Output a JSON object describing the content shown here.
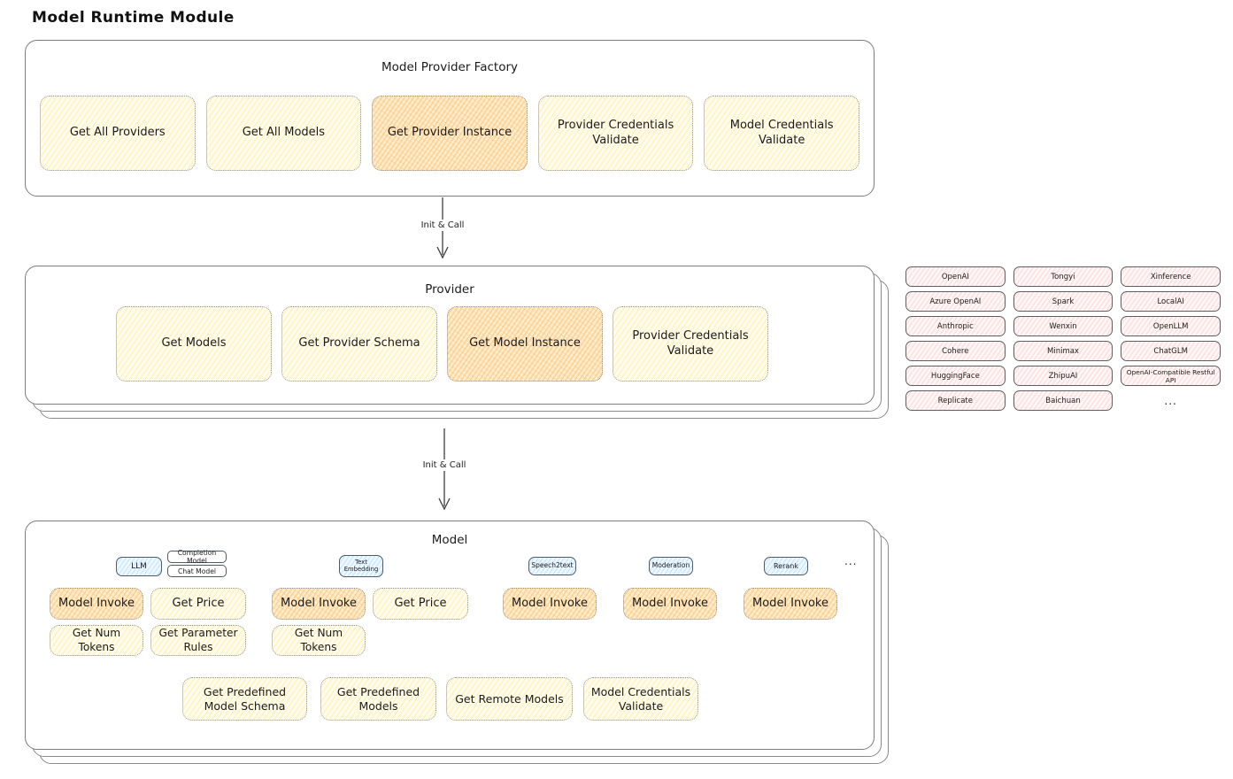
{
  "title": "Model Runtime Module",
  "arrow1_label": "Init & Call",
  "arrow2_label": "Init & Call",
  "factory": {
    "title": "Model Provider Factory",
    "buttons": [
      "Get All Providers",
      "Get All Models",
      "Get Provider Instance",
      "Provider Credentials Validate",
      "Model Credentials Validate"
    ]
  },
  "provider": {
    "title": "Provider",
    "buttons": [
      "Get Models",
      "Get Provider Schema",
      "Get Model Instance",
      "Provider Credentials Validate"
    ]
  },
  "providers_list": {
    "rows": [
      [
        "OpenAI",
        "Tongyi",
        "Xinference"
      ],
      [
        "Azure OpenAI",
        "Spark",
        "LocalAI"
      ],
      [
        "Anthropic",
        "Wenxin",
        "OpenLLM"
      ],
      [
        "Cohere",
        "Minimax",
        "ChatGLM"
      ],
      [
        "HuggingFace",
        "ZhipuAI",
        "OpenAI-Compatible Restful API"
      ],
      [
        "Replicate",
        "Baichuan",
        "..."
      ]
    ]
  },
  "model": {
    "title": "Model",
    "tabs": {
      "llm": "LLM",
      "completion": "Completion Model",
      "chat": "Chat Model",
      "text_embedding": "Text Embedding",
      "speech2text": "Speech2text",
      "moderation": "Moderation",
      "rerank": "Rerank",
      "more": "..."
    },
    "buttons": {
      "model_invoke": "Model Invoke",
      "get_price": "Get Price",
      "get_num_tokens": "Get Num Tokens",
      "get_parameter_rules": "Get Parameter Rules",
      "get_predefined_model_schema": "Get Predefined Model Schema",
      "get_predefined_models": "Get Predefined Models",
      "get_remote_models": "Get Remote Models",
      "model_credentials_validate": "Model Credentials Validate"
    }
  },
  "colors": {
    "yellow_hatch": "#ffec99",
    "orange_hatch": "#ffc078",
    "pink_hatch": "#ffc9c9",
    "blue_hatch": "#a5d8ff",
    "panel_border": "#7d7d7d",
    "text": "#1b1b1b"
  }
}
